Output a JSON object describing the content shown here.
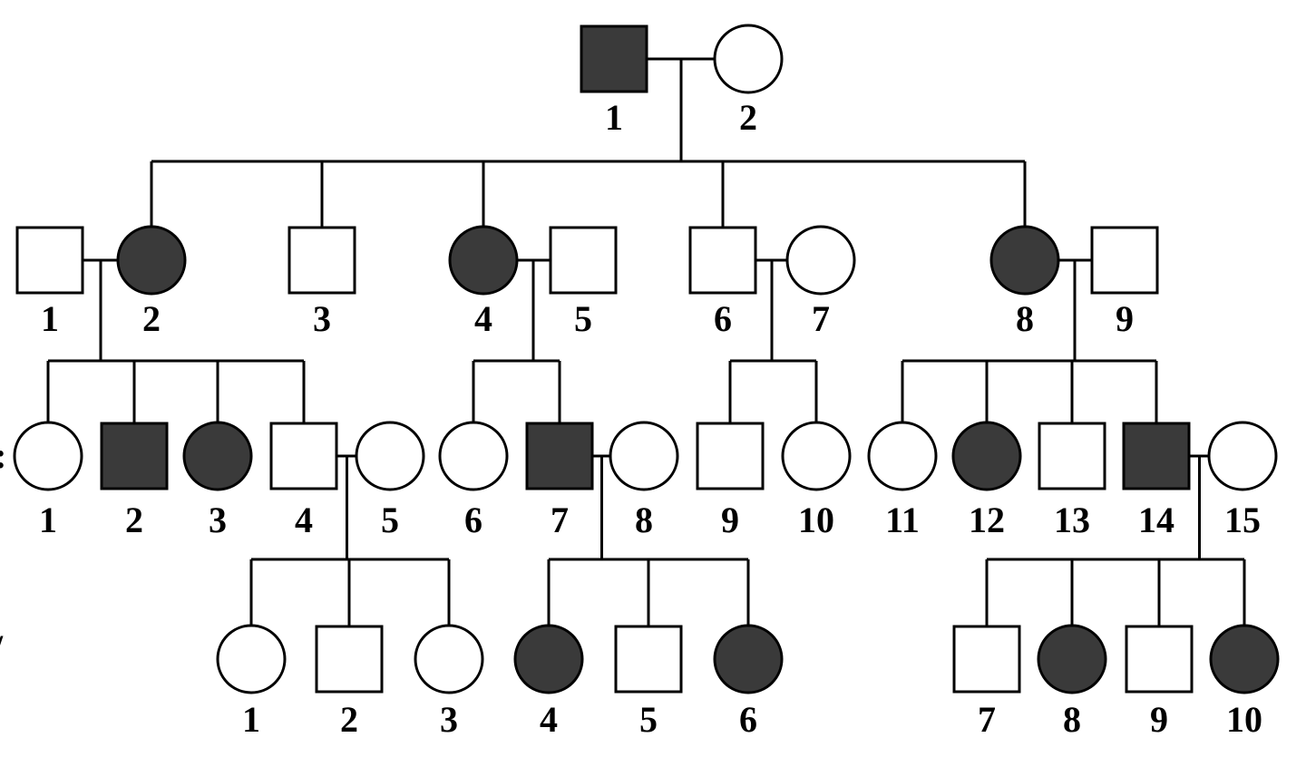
{
  "colors": {
    "affected": "#3a3a3a",
    "unaffected": "#ffffff",
    "line": "#000000"
  },
  "generations": [
    {
      "id": "I",
      "individuals": [
        {
          "number": "1",
          "sex": "male",
          "affected": true
        },
        {
          "number": "2",
          "sex": "female",
          "affected": false
        }
      ]
    },
    {
      "id": "II",
      "individuals": [
        {
          "number": "1",
          "sex": "male",
          "affected": false
        },
        {
          "number": "2",
          "sex": "female",
          "affected": true
        },
        {
          "number": "3",
          "sex": "male",
          "affected": false
        },
        {
          "number": "4",
          "sex": "female",
          "affected": true
        },
        {
          "number": "5",
          "sex": "male",
          "affected": false
        },
        {
          "number": "6",
          "sex": "male",
          "affected": false
        },
        {
          "number": "7",
          "sex": "female",
          "affected": false
        },
        {
          "number": "8",
          "sex": "female",
          "affected": true
        },
        {
          "number": "9",
          "sex": "male",
          "affected": false
        }
      ]
    },
    {
      "id": "III",
      "individuals": [
        {
          "number": "1",
          "sex": "female",
          "affected": false
        },
        {
          "number": "2",
          "sex": "male",
          "affected": true
        },
        {
          "number": "3",
          "sex": "female",
          "affected": true
        },
        {
          "number": "4",
          "sex": "male",
          "affected": false
        },
        {
          "number": "5",
          "sex": "female",
          "affected": false
        },
        {
          "number": "6",
          "sex": "female",
          "affected": false
        },
        {
          "number": "7",
          "sex": "male",
          "affected": true
        },
        {
          "number": "8",
          "sex": "female",
          "affected": false
        },
        {
          "number": "9",
          "sex": "male",
          "affected": false
        },
        {
          "number": "10",
          "sex": "female",
          "affected": false
        },
        {
          "number": "11",
          "sex": "female",
          "affected": false
        },
        {
          "number": "12",
          "sex": "female",
          "affected": true
        },
        {
          "number": "13",
          "sex": "male",
          "affected": false
        },
        {
          "number": "14",
          "sex": "male",
          "affected": true
        },
        {
          "number": "15",
          "sex": "female",
          "affected": false
        }
      ]
    },
    {
      "id": "IV",
      "individuals": [
        {
          "number": "1",
          "sex": "female",
          "affected": false
        },
        {
          "number": "2",
          "sex": "male",
          "affected": false
        },
        {
          "number": "3",
          "sex": "female",
          "affected": false
        },
        {
          "number": "4",
          "sex": "female",
          "affected": true
        },
        {
          "number": "5",
          "sex": "male",
          "affected": false
        },
        {
          "number": "6",
          "sex": "female",
          "affected": true
        },
        {
          "number": "7",
          "sex": "male",
          "affected": false
        },
        {
          "number": "8",
          "sex": "female",
          "affected": true
        },
        {
          "number": "9",
          "sex": "male",
          "affected": false
        },
        {
          "number": "10",
          "sex": "female",
          "affected": true
        }
      ]
    }
  ],
  "matings": [
    {
      "partners": [
        "I-1",
        "I-2"
      ],
      "children": [
        "II-2",
        "II-3",
        "II-4",
        "II-6",
        "II-8"
      ]
    },
    {
      "partners": [
        "II-1",
        "II-2"
      ],
      "children": [
        "III-1",
        "III-2",
        "III-3",
        "III-4"
      ]
    },
    {
      "partners": [
        "II-4",
        "II-5"
      ],
      "children": [
        "III-6",
        "III-7"
      ]
    },
    {
      "partners": [
        "II-6",
        "II-7"
      ],
      "children": [
        "III-9",
        "III-10"
      ]
    },
    {
      "partners": [
        "II-8",
        "II-9"
      ],
      "children": [
        "III-11",
        "III-12",
        "III-13",
        "III-14"
      ]
    },
    {
      "partners": [
        "III-4",
        "III-5"
      ],
      "children": [
        "IV-1",
        "IV-2",
        "IV-3"
      ]
    },
    {
      "partners": [
        "III-7",
        "III-8"
      ],
      "children": [
        "IV-4",
        "IV-5",
        "IV-6"
      ]
    },
    {
      "partners": [
        "III-14",
        "III-15"
      ],
      "children": [
        "IV-7",
        "IV-8",
        "IV-9",
        "IV-10"
      ]
    }
  ]
}
